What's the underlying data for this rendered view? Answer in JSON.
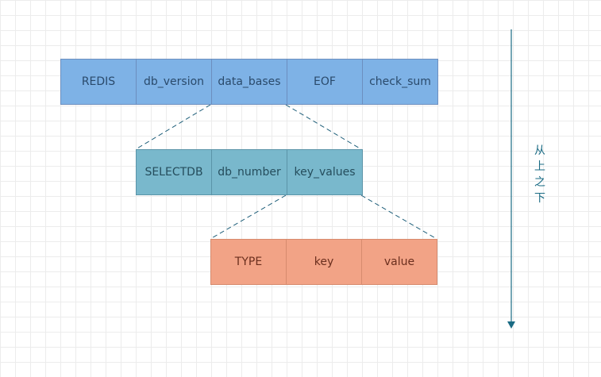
{
  "rdb_file": {
    "fields": [
      "REDIS",
      "db_version",
      "data_bases",
      "EOF",
      "check_sum"
    ]
  },
  "database": {
    "fields": [
      "SELECTDB",
      "db_number",
      "key_values"
    ]
  },
  "key_value": {
    "fields": [
      "TYPE",
      "key",
      "value"
    ]
  },
  "flow": {
    "label_chars": [
      "从",
      "上",
      "之",
      "下"
    ]
  },
  "colors": {
    "rdb_fill": "#7eb2e6",
    "db_fill": "#79b8cc",
    "kv_fill": "#f2a386",
    "arrow": "#1a6b84",
    "connector": "#1f5f7a"
  }
}
